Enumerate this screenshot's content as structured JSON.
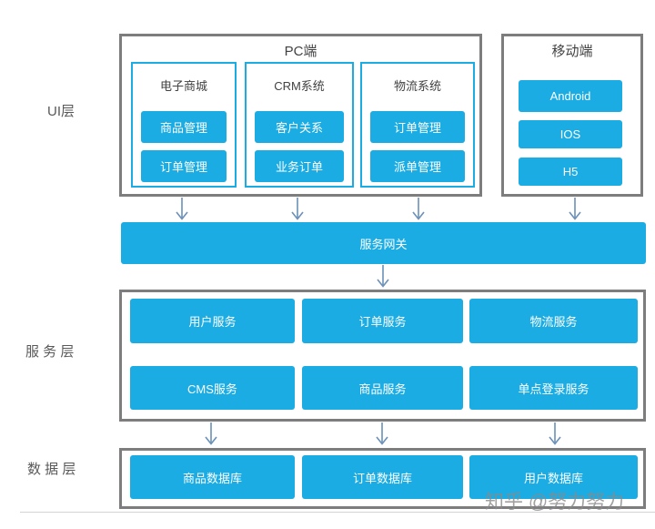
{
  "colors": {
    "accent_blue": "#1bace4",
    "border_gray": "#7d7d7d",
    "arrow_blue": "#6b90b8",
    "watermark_gray": "#8a8a8a"
  },
  "layers": {
    "ui": "UI层",
    "service": "服 务 层",
    "data": "数 据 层"
  },
  "ui_layer": {
    "pc": {
      "title": "PC端",
      "systems": [
        {
          "title": "电子商城",
          "items": [
            "商品管理",
            "订单管理"
          ]
        },
        {
          "title": "CRM系统",
          "items": [
            "客户关系",
            "业务订单"
          ]
        },
        {
          "title": "物流系统",
          "items": [
            "订单管理",
            "派单管理"
          ]
        }
      ]
    },
    "mobile": {
      "title": "移动端",
      "items": [
        "Android",
        "IOS",
        "H5"
      ]
    }
  },
  "gateway": {
    "label": "服务网关"
  },
  "service_layer": {
    "row1": [
      "用户服务",
      "订单服务",
      "物流服务"
    ],
    "row2": [
      "CMS服务",
      "商品服务",
      "单点登录服务"
    ]
  },
  "data_layer": {
    "items": [
      "商品数据库",
      "订单数据库",
      "用户数据库"
    ]
  },
  "watermark": "知乎 @努力努力"
}
